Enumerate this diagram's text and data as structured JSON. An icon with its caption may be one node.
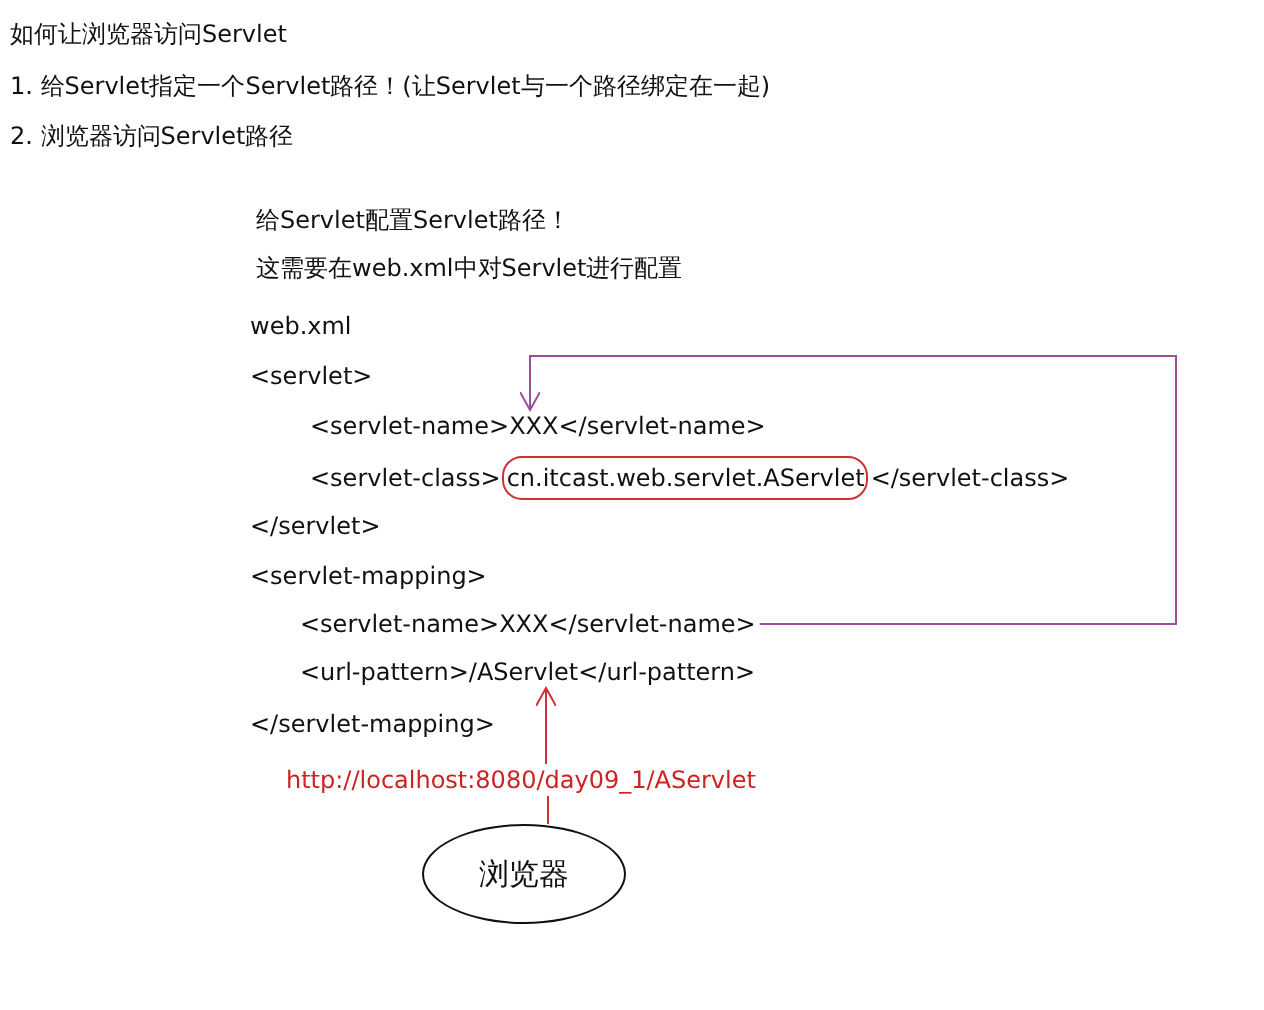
{
  "diagram": {
    "nodes": [
      {
        "text": [
          "<servlet-name>XXX</servlet-name>"
        ]
      },
      {
        "text": [
          "cn.itcast.web.servlet.AServlet"
        ]
      },
      {
        "text": [
          "<servlet-name>XXX</servlet-name>"
        ]
      },
      {
        "text": [
          "<url-pattern>/AServlet</url-pattern>"
        ]
      },
      {
        "text": [
          "http://localhost:8080/day09_1/AServlet"
        ]
      },
      {
        "text": [
          "浏览器"
        ]
      }
    ],
    "edges": [
      {
        "from": 2,
        "to": 0,
        "arrow": "to",
        "color": "#9b4f9b"
      },
      {
        "from": 5,
        "to": 4,
        "arrow": "none",
        "color": "#cc3333"
      },
      {
        "from": 4,
        "to": 3,
        "arrow": "to",
        "color": "#cc3333"
      }
    ],
    "labels": [
      "如何让浏览器访问Servlet",
      "1. 给Servlet指定一个Servlet路径！(让Servlet与一个路径绑定在一起)",
      "2. 浏览器访问Servlet路径",
      "给Servlet配置Servlet路径！",
      "这需要在web.xml中对Servlet进行配置",
      "web.xml",
      "<servlet>",
      "<servlet-class>",
      "</servlet-class>",
      "</servlet>",
      "<servlet-mapping>",
      "</servlet-mapping>"
    ]
  }
}
